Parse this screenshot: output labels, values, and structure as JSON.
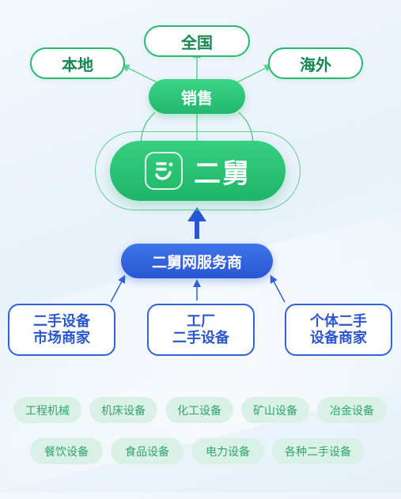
{
  "markets": {
    "local": "本地",
    "national": "全国",
    "overseas": "海外"
  },
  "sales_label": "销售",
  "brand_name": "二舅",
  "service_provider": "二舅网服务商",
  "merchants": [
    {
      "line1": "二手设备",
      "line2": "市场商家"
    },
    {
      "line1": "工厂",
      "line2": "二手设备"
    },
    {
      "line1": "个体二手",
      "line2": "设备商家"
    }
  ],
  "categories_row1": [
    "工程机械",
    "机床设备",
    "化工设备",
    "矿山设备",
    "冶金设备"
  ],
  "categories_row2": [
    "餐饮设备",
    "食品设备",
    "电力设备",
    "各种二手设备"
  ],
  "colors": {
    "green": "#22b76c",
    "blue": "#2856d4",
    "tag_bg": "#d9f1e6",
    "tag_text": "#2ea56c"
  },
  "icons": {
    "brand_logo": "smile-face-logo-icon"
  }
}
